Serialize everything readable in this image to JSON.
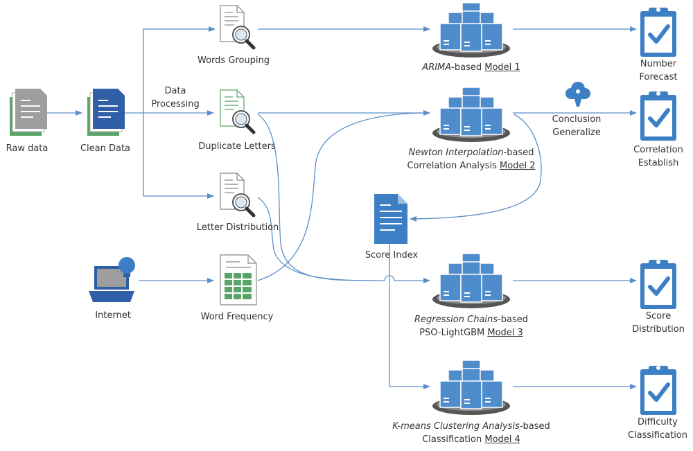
{
  "nodes": {
    "raw_data": "Raw data",
    "clean_data": "Clean Data",
    "data_processing": [
      "Data",
      "Processing"
    ],
    "words_grouping": "Words Grouping",
    "duplicate_letters": "Duplicate Letters",
    "letter_distribution": "Letter Distribution",
    "internet": "Internet",
    "word_frequency": "Word Frequency",
    "score_index": "Score Index",
    "conclusion_generalize": [
      "Conclusion",
      "Generalize"
    ]
  },
  "models": {
    "m1": {
      "italic": "ARIMA",
      "rest": "-based ",
      "link": "Model 1"
    },
    "m2": {
      "italic": "Newton Interpolation",
      "rest": "-based",
      "line2": "Correlation Analysis ",
      "link": "Model 2"
    },
    "m3": {
      "italic": "Regression Chains",
      "rest": "-based",
      "line2": "PSO-LightGBM ",
      "link": "Model 3"
    },
    "m4": {
      "italic": "K-means Clustering Analysis",
      "rest": "-based",
      "line2": "Classification ",
      "link": "Model 4"
    }
  },
  "outputs": {
    "o1": [
      "Number",
      "Forecast"
    ],
    "o2": [
      "Correlation",
      "Establish"
    ],
    "o3": [
      "Score",
      "Distribution"
    ],
    "o4": [
      "Difficulty",
      "Classification"
    ]
  },
  "colors": {
    "arrow": "#5b8fc7",
    "server_blue": "#4f8ccb",
    "server_shadow": "#555555",
    "doc_dark": "#2f5fa7",
    "doc_gray": "#9e9e9e",
    "green": "#5aa469",
    "clipboard": "#3d7fc4"
  }
}
